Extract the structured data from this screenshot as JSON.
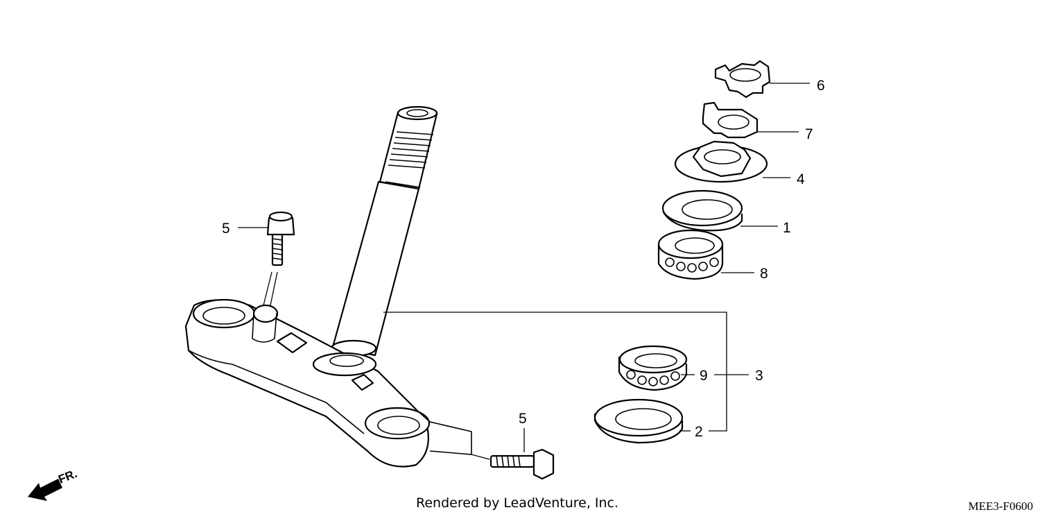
{
  "diagram": {
    "callouts": {
      "c1": "1",
      "c2": "2",
      "c3": "3",
      "c4": "4",
      "c5_top": "5",
      "c5_bottom": "5",
      "c6": "6",
      "c7": "7",
      "c8": "8",
      "c9": "9"
    },
    "front_indicator": "FR.",
    "credit": "Rendered by LeadVenture, Inc.",
    "diagram_code": "MEE3-F0600"
  }
}
